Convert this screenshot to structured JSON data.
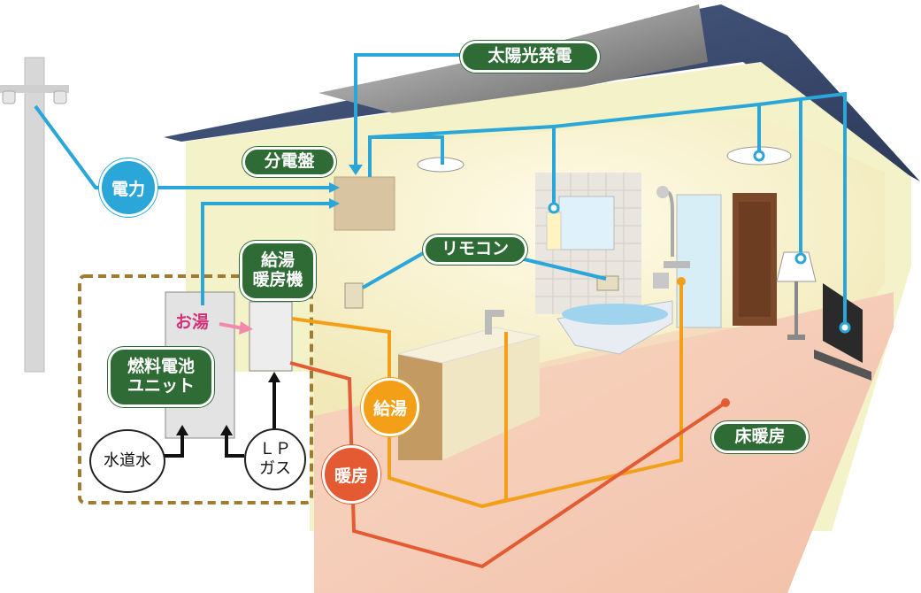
{
  "labels": {
    "solar": "太陽光発電",
    "distribution_panel": "分電盤",
    "power": "電力",
    "remote": "リモコン",
    "water_heater_line1": "給湯",
    "water_heater_line2": "暖房機",
    "hot_water_flow": "お湯",
    "fuel_cell_line1": "燃料電池",
    "fuel_cell_line2": "ユニット",
    "tap_water": "水道水",
    "lp_gas_line1": "ＬＰ",
    "lp_gas_line2": "ガス",
    "hot_water_supply": "給湯",
    "heating": "暖房",
    "floor_heating": "床暖房"
  },
  "colors": {
    "label_green": "#2f6b35",
    "electric_line": "#2aa6d8",
    "hot_water_line": "#f3a018",
    "heating_line": "#e35a33",
    "hot_water_text": "#d2327a",
    "unit_border": "#a07b32"
  }
}
